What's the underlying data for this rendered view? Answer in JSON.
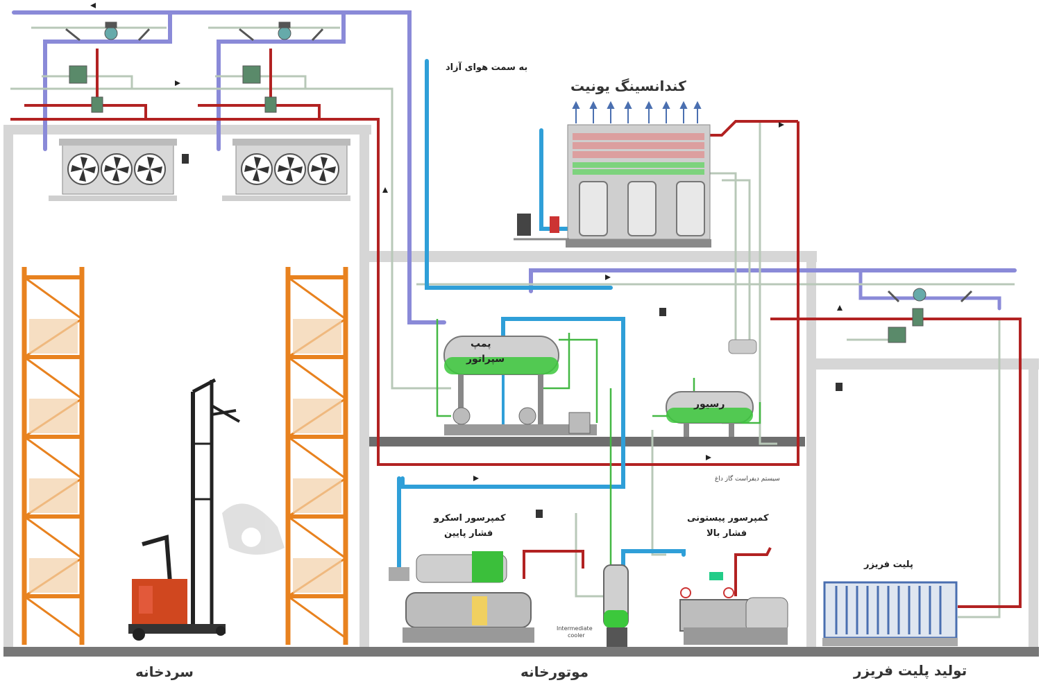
{
  "sections": {
    "cold_storage": "سردخانه",
    "engine_room": "موتورخانه",
    "plate_freezer_production": "تولید پلیت فریزر"
  },
  "units": {
    "condensing_unit": "کندانسینگ یونیت",
    "vent_to_air": "به سمت هوای آزاد",
    "pump_separator_line1": "پمپ",
    "pump_separator_line2": "سپراتور",
    "receiver": "رسیور",
    "screw_compressor_line1": "کمپرسور اسکرو",
    "screw_compressor_line2": "فشار پایین",
    "piston_compressor_line1": "کمپرسور پیستونی",
    "piston_compressor_line2": "فشار بالا",
    "intermediate_cooler_line1": "Intermediate",
    "intermediate_cooler_line2": "cooler",
    "hot_gas_defrost": "سیستم دیفراست گاز داغ",
    "plate_freezer": "پلیت فریزر"
  },
  "colors": {
    "hot_gas_line": "#b22222",
    "suction_line": "#8a8ad8",
    "liquid_line": "#2f9fd8",
    "return_line": "#b8c8b8",
    "green_line": "#44b844",
    "rack": "#e8821f",
    "vessel_liquid": "#3cc83c",
    "building": "#d6d6d6",
    "floor": "#777777"
  },
  "icons": {
    "fan": "fan-icon",
    "valve": "valve-icon",
    "forklift": "forklift-icon",
    "flow_arrow": "arrow-icon"
  }
}
